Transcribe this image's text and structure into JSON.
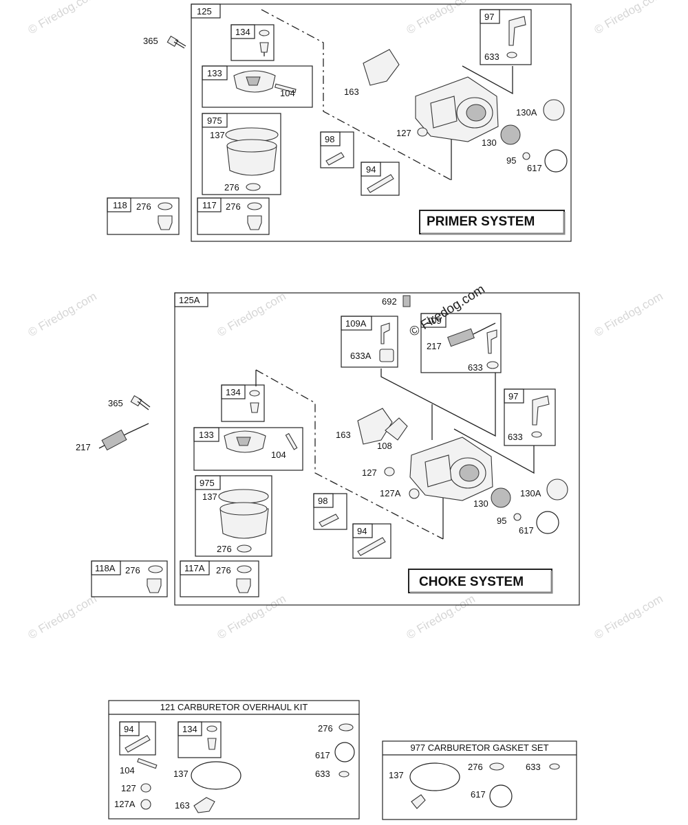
{
  "primer_system": {
    "title": "PRIMER SYSTEM",
    "labels": {
      "assembly": "125",
      "screw": "365",
      "needle_kit": "134",
      "float_kit": "133",
      "float_pin": "104",
      "bowl_kit": "975",
      "bowl_gasket": "137",
      "bowl_washer": "276",
      "gasket": "163",
      "plug_kit_a": "118",
      "plug_kit_a_washer": "276",
      "plug_kit_b": "117",
      "plug_kit_b_washer": "276",
      "jet_kit": "98",
      "valve_kit": "94",
      "welch_plug": "127",
      "shaft_kit": "97",
      "seal": "633",
      "plate": "130A",
      "throttle_plate": "130",
      "plate_screw": "95",
      "o_ring": "617"
    }
  },
  "choke_system": {
    "title": "CHOKE SYSTEM",
    "labels": {
      "assembly": "125A",
      "screw": "365",
      "spring": "217",
      "needle_kit": "134",
      "float_kit": "133",
      "float_pin": "104",
      "bowl_kit": "975",
      "bowl_gasket": "137",
      "bowl_washer": "276",
      "plug_kit_a": "118A",
      "plug_kit_a_washer": "276",
      "plug_kit_b": "117A",
      "plug_kit_b_washer": "276",
      "jet_kit": "98",
      "valve_kit": "94",
      "spring_small": "692",
      "choke_shaft_kit": "109A",
      "choke_seal": "633A",
      "throttle_kit": "109",
      "throttle_spring": "217",
      "throttle_seal": "633",
      "gasket": "163",
      "choke_plate": "108",
      "welch_plug": "127",
      "welch_plug_b": "127A",
      "shaft_kit": "97",
      "seal": "633",
      "plate": "130A",
      "throttle_plate": "130",
      "plate_screw": "95",
      "o_ring": "617"
    }
  },
  "overhaul_kit": {
    "title": "121 CARBURETOR OVERHAUL KIT",
    "labels": {
      "valve_kit": "94",
      "needle_kit": "134",
      "washer": "276",
      "o_ring": "617",
      "seal": "633",
      "pin": "104",
      "plug": "127",
      "plug_b": "127A",
      "bowl_gasket": "137",
      "gasket": "163"
    }
  },
  "gasket_set": {
    "title": "977 CARBURETOR GASKET SET",
    "labels": {
      "bowl_gasket": "137",
      "washer": "276",
      "seal": "633",
      "o_ring": "617"
    }
  },
  "watermark": "© Firedog.com"
}
